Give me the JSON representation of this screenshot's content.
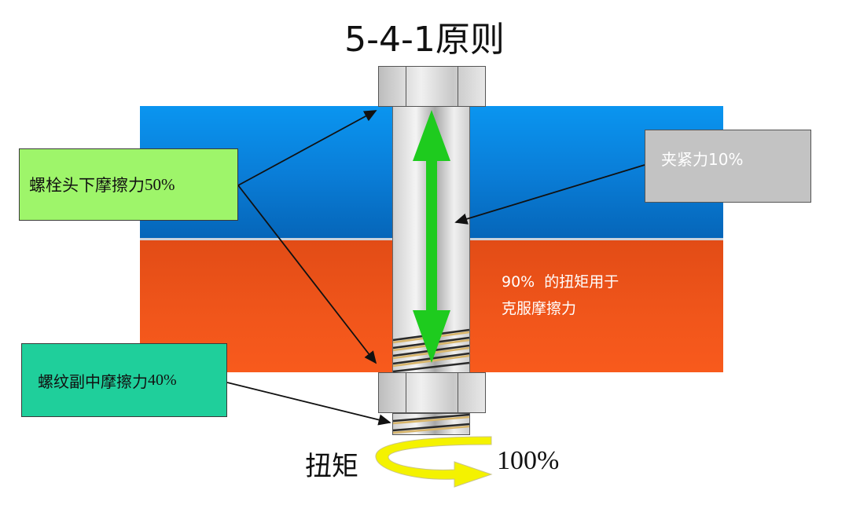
{
  "title": "5-4-1原则",
  "labels": {
    "bolt_head_friction": {
      "text": "螺栓头下摩擦力",
      "percent": "50%"
    },
    "thread_friction": {
      "text": "螺纹副中摩擦力",
      "percent": "40%"
    },
    "clamp_force": {
      "text": "夹紧力10%"
    },
    "note_line1": "90%  的扭矩用于",
    "note_line2": "克服摩擦力",
    "torque_label": "扭矩",
    "torque_value": "100%"
  },
  "colors": {
    "upper_plate": "#0a7ed8",
    "lower_plate": "#f1561b",
    "bolt_head_box": "#9ef56a",
    "thread_box": "#1fcf9b",
    "clamp_box": "#c3c3c3",
    "force_arrow": "#1ecb1e",
    "torque_arrow": "#f2f000"
  },
  "icons": {
    "clamp_force_arrow": "double-headed-vertical-arrow",
    "torque_arrow": "curved-rotation-arrow"
  }
}
